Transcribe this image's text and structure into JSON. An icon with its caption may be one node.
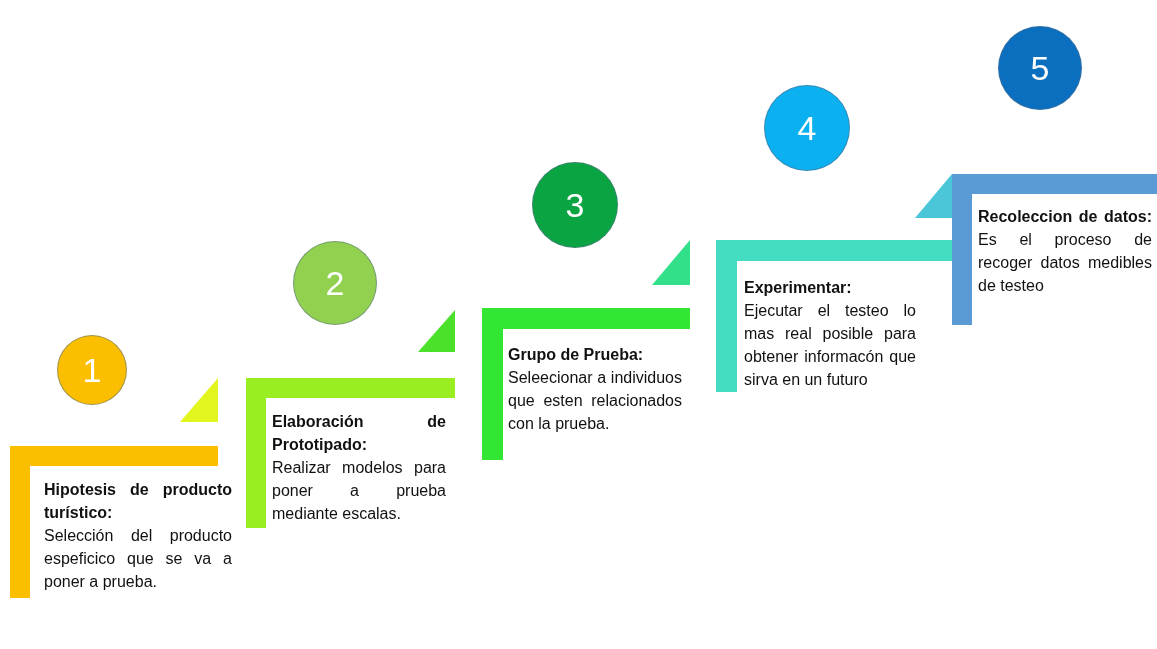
{
  "diagram": {
    "nodes": [
      {
        "text": [
          "1"
        ]
      },
      {
        "text": [
          "Hipotesis de producto turístico:",
          "Selección del producto espeficico que se va a poner a prueba."
        ]
      },
      {
        "text": [
          "2"
        ]
      },
      {
        "text": [
          "Elaboración de Prototipado:",
          "Realizar modelos para poner a prueba mediante escalas."
        ]
      },
      {
        "text": [
          "3"
        ]
      },
      {
        "text": [
          "Grupo de Prueba:",
          "Seleecionar a individuos que esten relacionados con la prueba."
        ]
      },
      {
        "text": [
          "4"
        ]
      },
      {
        "text": [
          "Experimentar:",
          "Ejecutar el testeo lo mas real posible para obtener informacón que sirva en un futuro"
        ]
      },
      {
        "text": [
          "5"
        ]
      },
      {
        "text": [
          "**Recoleccion de datos:** Es el proceso de recoger datos medibles de testeo"
        ]
      }
    ]
  }
}
